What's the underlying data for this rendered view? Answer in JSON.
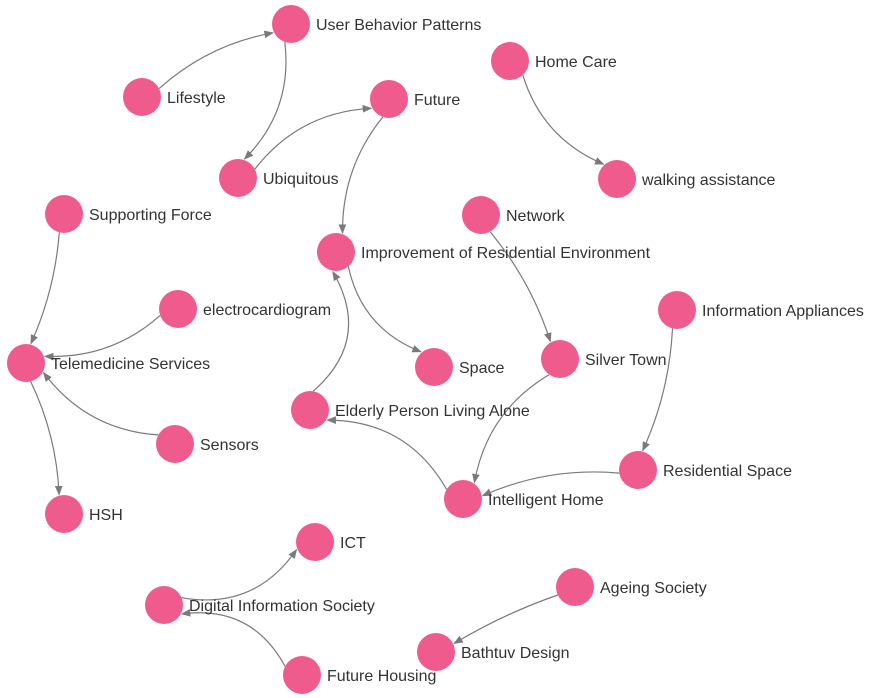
{
  "colors": {
    "node": "#ef5b8c",
    "edge": "#7a7a7a",
    "label": "#333333",
    "background": "#ffffff"
  },
  "nodes": [
    {
      "id": "user-behavior-patterns",
      "label": "User Behavior Patterns"
    },
    {
      "id": "lifestyle",
      "label": "Lifestyle"
    },
    {
      "id": "home-care",
      "label": "Home Care"
    },
    {
      "id": "future",
      "label": "Future"
    },
    {
      "id": "ubiquitous",
      "label": "Ubiquitous"
    },
    {
      "id": "walking-assistance",
      "label": "walking assistance"
    },
    {
      "id": "supporting-force",
      "label": "Supporting Force"
    },
    {
      "id": "network",
      "label": "Network"
    },
    {
      "id": "improvement-residential-environment",
      "label": "Improvement of Residential Environment"
    },
    {
      "id": "electrocardiogram",
      "label": "electrocardiogram"
    },
    {
      "id": "information-appliances",
      "label": "Information Appliances"
    },
    {
      "id": "telemedicine-services",
      "label": "Telemedicine Services"
    },
    {
      "id": "space",
      "label": "Space"
    },
    {
      "id": "silver-town",
      "label": "Silver Town"
    },
    {
      "id": "elderly-person-living-alone",
      "label": "Elderly Person Living Alone"
    },
    {
      "id": "sensors",
      "label": "Sensors"
    },
    {
      "id": "residential-space",
      "label": "Residential Space"
    },
    {
      "id": "intelligent-home",
      "label": "Intelligent Home"
    },
    {
      "id": "hsh",
      "label": "HSH"
    },
    {
      "id": "ict",
      "label": "ICT"
    },
    {
      "id": "ageing-society",
      "label": "Ageing Society"
    },
    {
      "id": "digital-information-society",
      "label": "Digital Information Society"
    },
    {
      "id": "bathtuv-design",
      "label": "Bathtuv Design"
    },
    {
      "id": "future-housing",
      "label": "Future Housing"
    }
  ],
  "edges": [
    {
      "from": "lifestyle",
      "to": "user-behavior-patterns"
    },
    {
      "from": "user-behavior-patterns",
      "to": "ubiquitous"
    },
    {
      "from": "ubiquitous",
      "to": "future"
    },
    {
      "from": "future",
      "to": "improvement-residential-environment"
    },
    {
      "from": "improvement-residential-environment",
      "to": "space"
    },
    {
      "from": "home-care",
      "to": "walking-assistance"
    },
    {
      "from": "network",
      "to": "silver-town"
    },
    {
      "from": "silver-town",
      "to": "intelligent-home"
    },
    {
      "from": "information-appliances",
      "to": "residential-space"
    },
    {
      "from": "residential-space",
      "to": "intelligent-home"
    },
    {
      "from": "intelligent-home",
      "to": "elderly-person-living-alone"
    },
    {
      "from": "elderly-person-living-alone",
      "to": "improvement-residential-environment"
    },
    {
      "from": "supporting-force",
      "to": "telemedicine-services"
    },
    {
      "from": "electrocardiogram",
      "to": "telemedicine-services"
    },
    {
      "from": "sensors",
      "to": "telemedicine-services"
    },
    {
      "from": "telemedicine-services",
      "to": "hsh"
    },
    {
      "from": "digital-information-society",
      "to": "ict"
    },
    {
      "from": "future-housing",
      "to": "digital-information-society"
    },
    {
      "from": "ageing-society",
      "to": "bathtuv-design"
    }
  ]
}
